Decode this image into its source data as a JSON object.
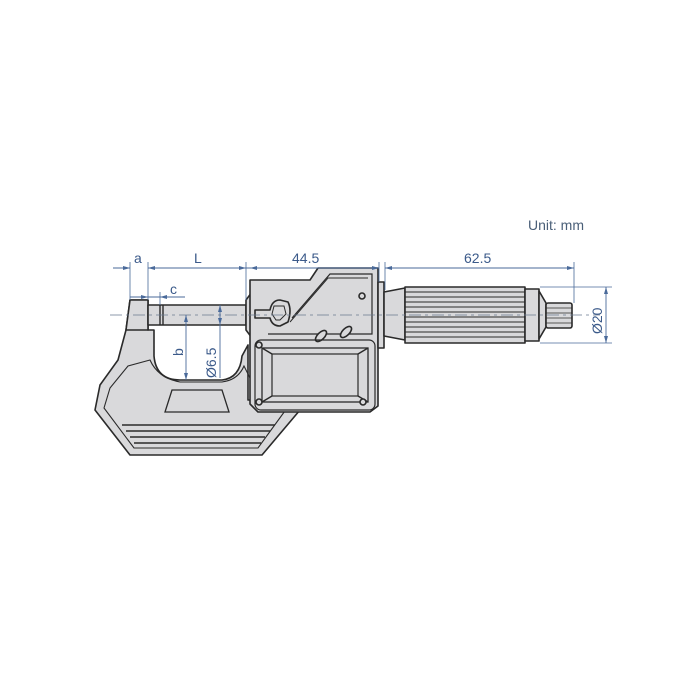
{
  "diagram": {
    "subject": "digital micrometer side view",
    "unit_label": "Unit: mm",
    "dimensions": {
      "a": "a",
      "L": "L",
      "c": "c",
      "b": "b",
      "spindle_diameter": "Ø6.5",
      "body_length": "44.5",
      "thimble_length": "62.5",
      "thimble_diameter": "Ø20"
    },
    "colors": {
      "body_fill": "#d9d9db",
      "outline": "#2a2a2a",
      "dimension_lines": "#4a6a9a",
      "dimension_text": "#3b5a8a"
    }
  }
}
